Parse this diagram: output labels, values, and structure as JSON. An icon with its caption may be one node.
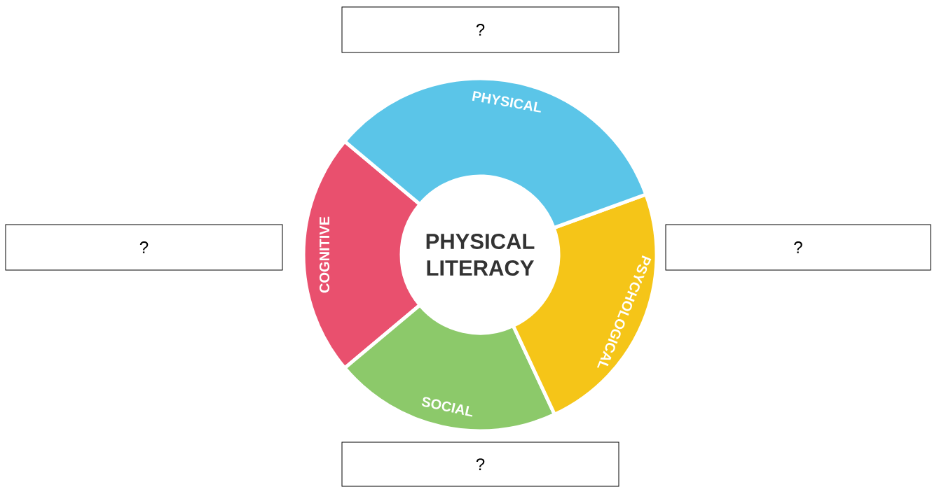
{
  "diagram": {
    "nodes": [
      {
        "text": [
          "?"
        ]
      },
      {
        "text": [
          "?"
        ]
      },
      {
        "text": [
          "?"
        ]
      },
      {
        "text": [
          "?"
        ]
      },
      {
        "text": [
          "PHYSICAL"
        ]
      },
      {
        "text": [
          "PSYCHOLOGICAL"
        ]
      },
      {
        "text": [
          "SOCIAL"
        ]
      },
      {
        "text": [
          "COGNITIVE"
        ]
      },
      {
        "text": [
          "PHYSICAL LITERACY"
        ]
      }
    ]
  }
}
